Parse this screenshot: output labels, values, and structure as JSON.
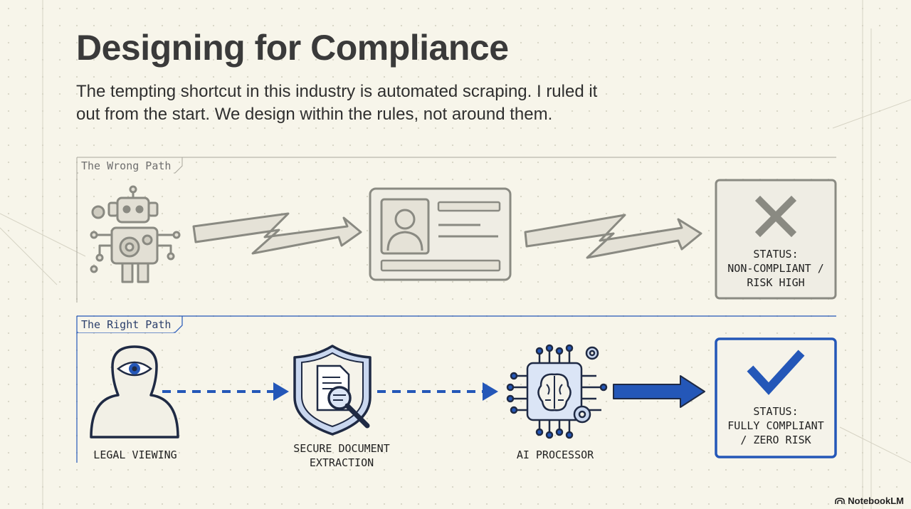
{
  "slide": {
    "title": "Designing for Compliance",
    "subtitle_line1": "The tempting shortcut in this industry is automated scraping. I ruled it",
    "subtitle_line2": "out from the start. We design within the rules, not around them."
  },
  "wrong_path": {
    "label": "The Wrong Path",
    "steps": [
      {
        "icon": "robot-icon"
      },
      {
        "icon": "id-card-icon"
      }
    ],
    "status_lines": [
      "STATUS:",
      "NON-COMPLIANT /",
      "RISK HIGH"
    ],
    "status_icon": "cross-icon"
  },
  "right_path": {
    "label": "The Right Path",
    "steps": [
      {
        "icon": "person-eye-icon",
        "caption_lines": [
          "LEGAL VIEWING"
        ]
      },
      {
        "icon": "shield-document-icon",
        "caption_lines": [
          "SECURE DOCUMENT",
          "EXTRACTION"
        ]
      },
      {
        "icon": "ai-chip-icon",
        "caption_lines": [
          "AI PROCESSOR"
        ]
      }
    ],
    "status_lines": [
      "STATUS:",
      "FULLY COMPLIANT",
      "/ ZERO RISK"
    ],
    "status_icon": "checkmark-icon"
  },
  "colors": {
    "background": "#f7f5ea",
    "wrong_gray": "#8a8a82",
    "right_blue": "#2457b8",
    "right_blue_light": "#c9d7ef"
  },
  "footer": {
    "brand": "NotebookLM"
  }
}
